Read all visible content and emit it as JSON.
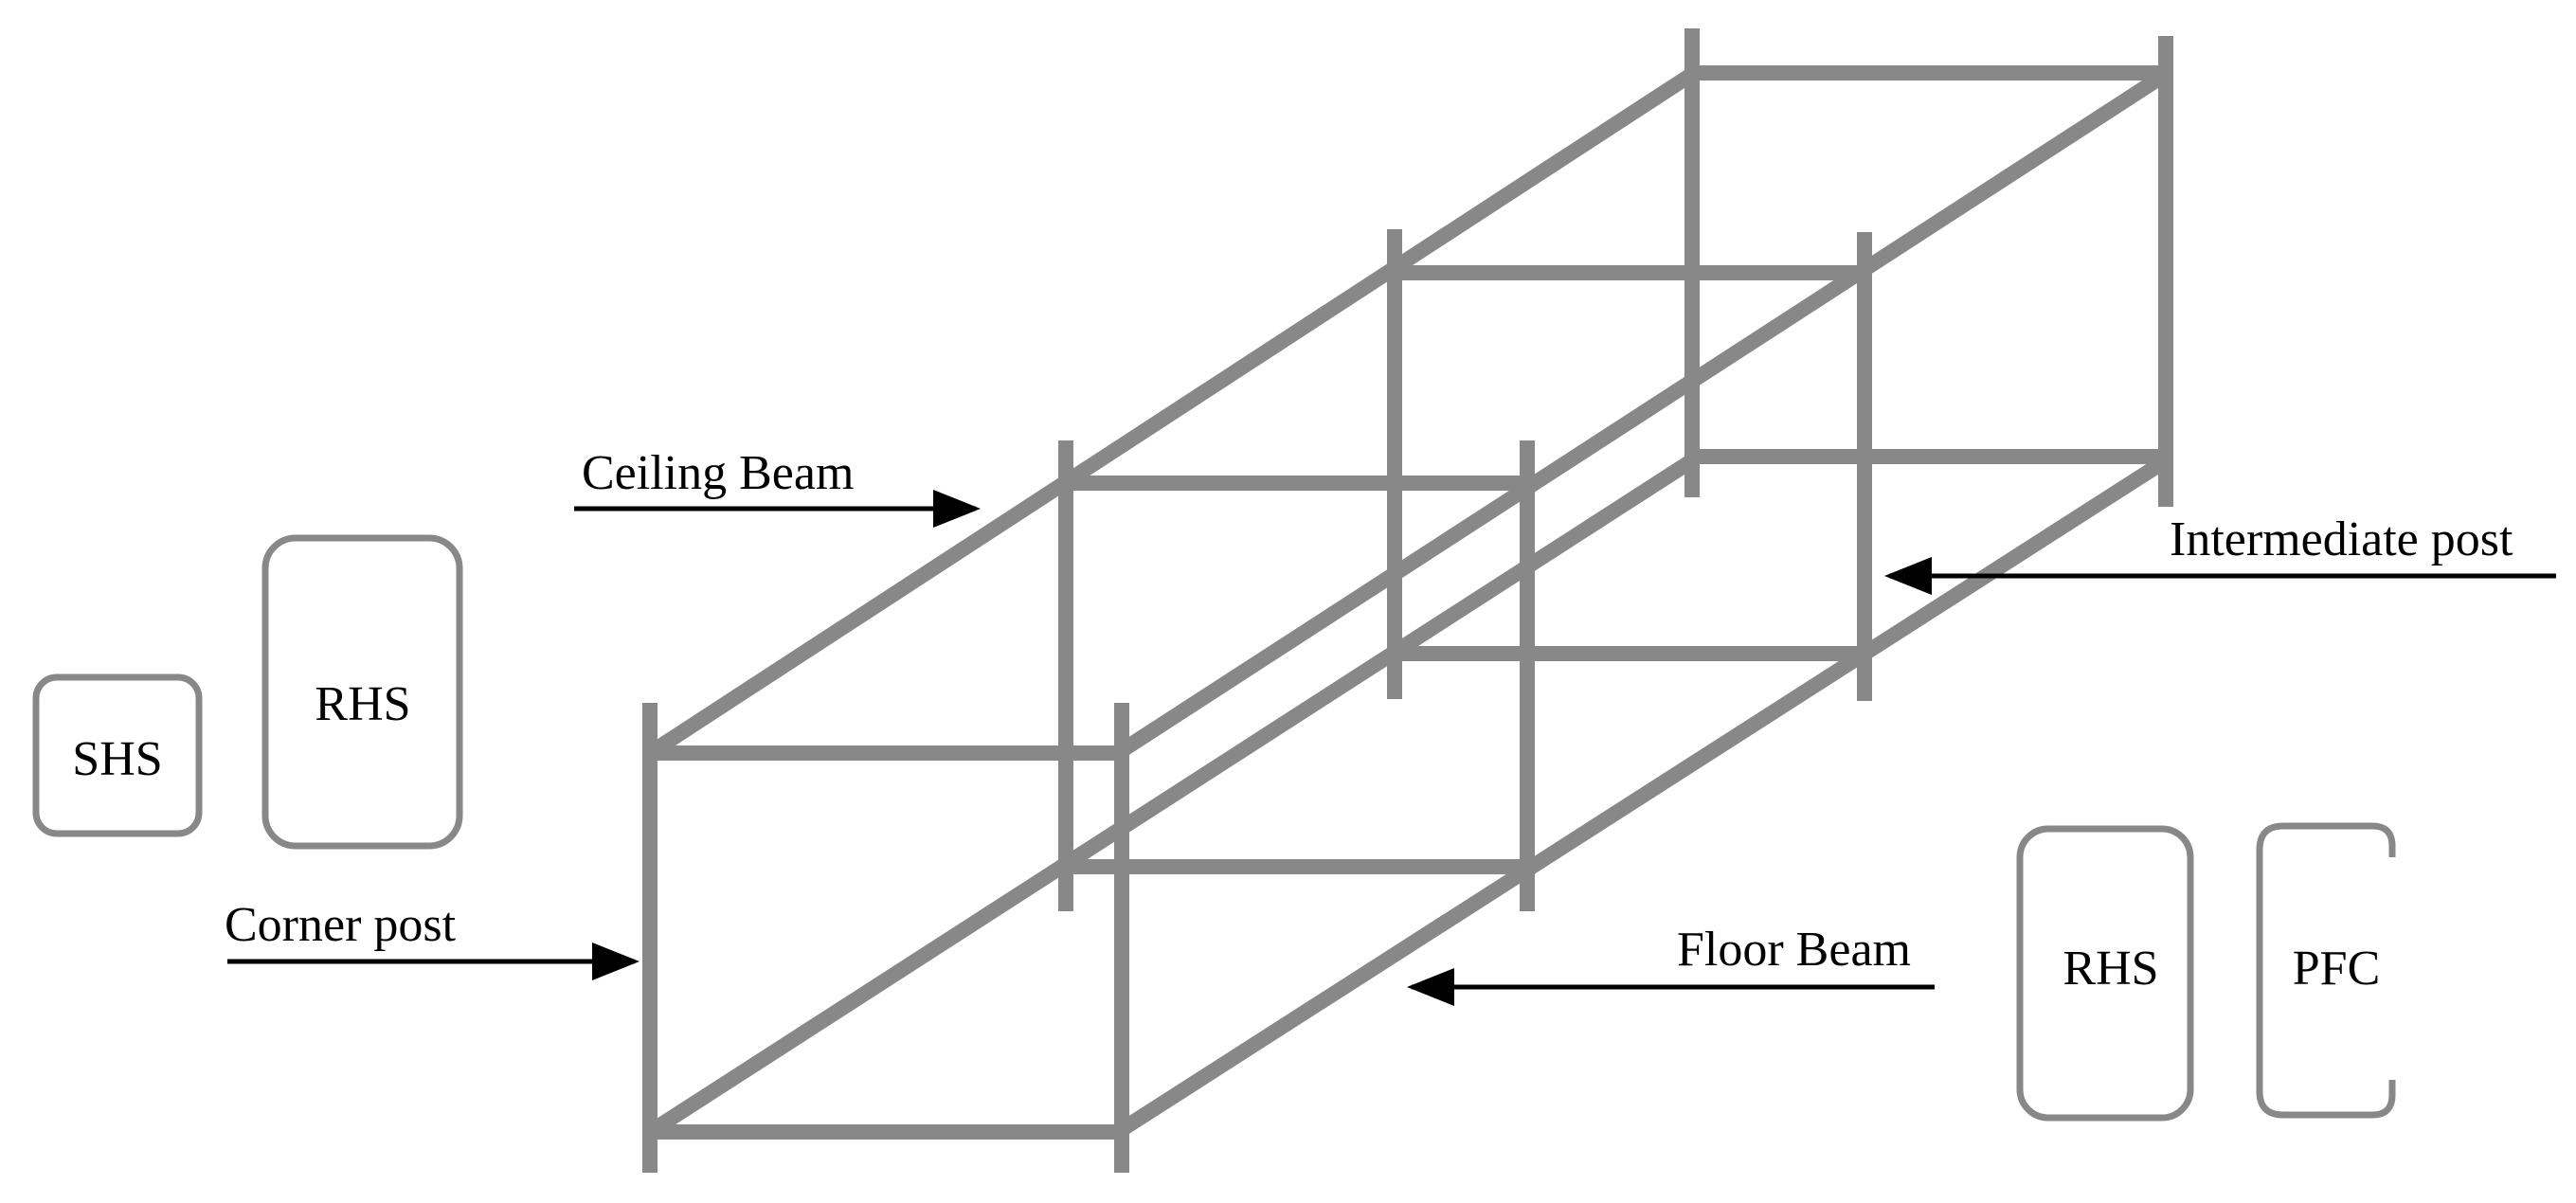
{
  "labels": {
    "ceiling_beam": "Ceiling Beam",
    "corner_post": "Corner post",
    "intermediate_post": "Intermediate post",
    "floor_beam": "Floor Beam"
  },
  "sections": {
    "shs": "SHS",
    "rhs_left": "RHS",
    "rhs_right": "RHS",
    "pfc": "PFC"
  },
  "colors": {
    "frame": "#888888",
    "arrow": "#000000",
    "background": "#ffffff"
  }
}
